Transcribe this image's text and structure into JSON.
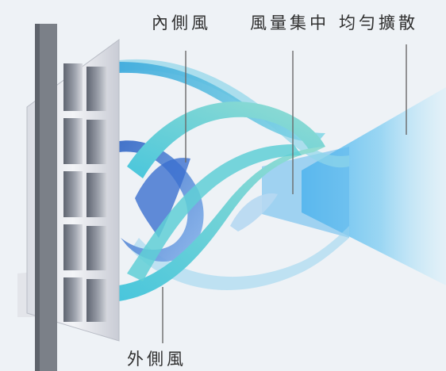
{
  "labels": {
    "inner_wind": "內側風",
    "focused_airflow": "風量集中",
    "even_spread": "均勻擴散",
    "outer_wind": "外側風"
  },
  "colors": {
    "background": "#eef2f6",
    "label_text": "#2f2f2f",
    "leader_line": "#6a6a6a",
    "cyan_band": "#5fd0df",
    "teal_band": "#7ad8cf",
    "blue_band": "#3b7fd0",
    "spread_cone": "#72c6f0",
    "panel_frame": "#7b8088"
  },
  "icons": {
    "fan_panel": "grille-panel",
    "airflow": "twisted-airflow-bands"
  }
}
